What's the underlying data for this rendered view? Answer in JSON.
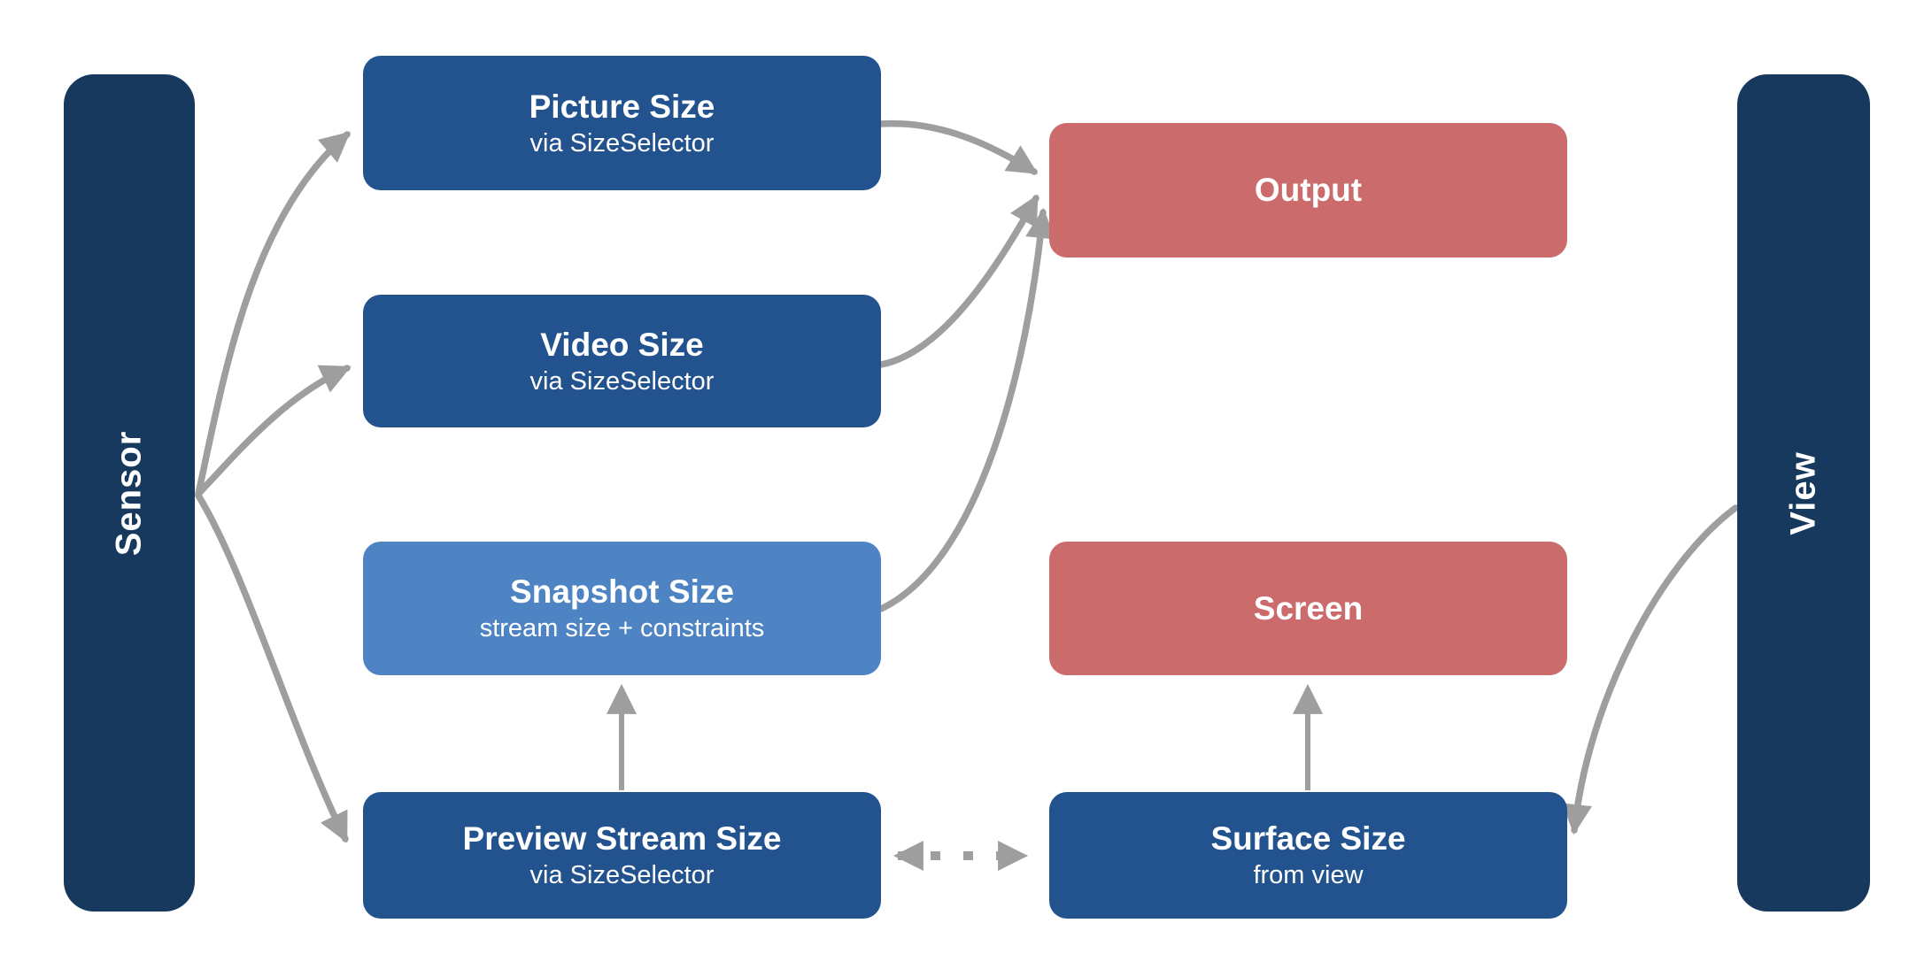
{
  "page": {
    "background": "#ffffff",
    "description": "Camera size-selection flow diagram"
  },
  "palette": {
    "rail_navy": "#17395e",
    "node_blue": "#23538f",
    "node_light_blue": "#4e84c4",
    "node_red": "#cb6b6b",
    "arrow_gray": "#9e9e9e",
    "text_white": "#ffffff"
  },
  "diagram": {
    "left_rail": {
      "label": "Sensor"
    },
    "right_rail": {
      "label": "View"
    },
    "nodes": {
      "picture": {
        "title": "Picture Size",
        "subtitle": "via SizeSelector"
      },
      "video": {
        "title": "Video Size",
        "subtitle": "via SizeSelector"
      },
      "snapshot": {
        "title": "Snapshot Size",
        "subtitle": "stream size + constraints"
      },
      "preview": {
        "title": "Preview Stream Size",
        "subtitle": "via SizeSelector"
      },
      "output": {
        "title": "Output"
      },
      "screen": {
        "title": "Screen"
      },
      "surface": {
        "title": "Surface Size",
        "subtitle": "from view"
      }
    },
    "edges": [
      {
        "from": "sensor",
        "to": "picture-size",
        "style": "curved-arrow"
      },
      {
        "from": "sensor",
        "to": "video-size",
        "style": "curved-arrow"
      },
      {
        "from": "sensor",
        "to": "preview-stream-size",
        "style": "curved-arrow"
      },
      {
        "from": "picture-size",
        "to": "output",
        "style": "curved-arrow"
      },
      {
        "from": "video-size",
        "to": "output",
        "style": "curved-arrow"
      },
      {
        "from": "snapshot-size",
        "to": "output",
        "style": "curved-arrow"
      },
      {
        "from": "preview-stream-size",
        "to": "snapshot-size",
        "style": "straight-arrow-up"
      },
      {
        "from": "surface-size",
        "to": "screen",
        "style": "straight-arrow-up"
      },
      {
        "from": "preview-stream-size",
        "to": "surface-size",
        "style": "dotted-double-arrow"
      },
      {
        "from": "view",
        "to": "surface-size",
        "style": "curved-arrow"
      }
    ]
  }
}
